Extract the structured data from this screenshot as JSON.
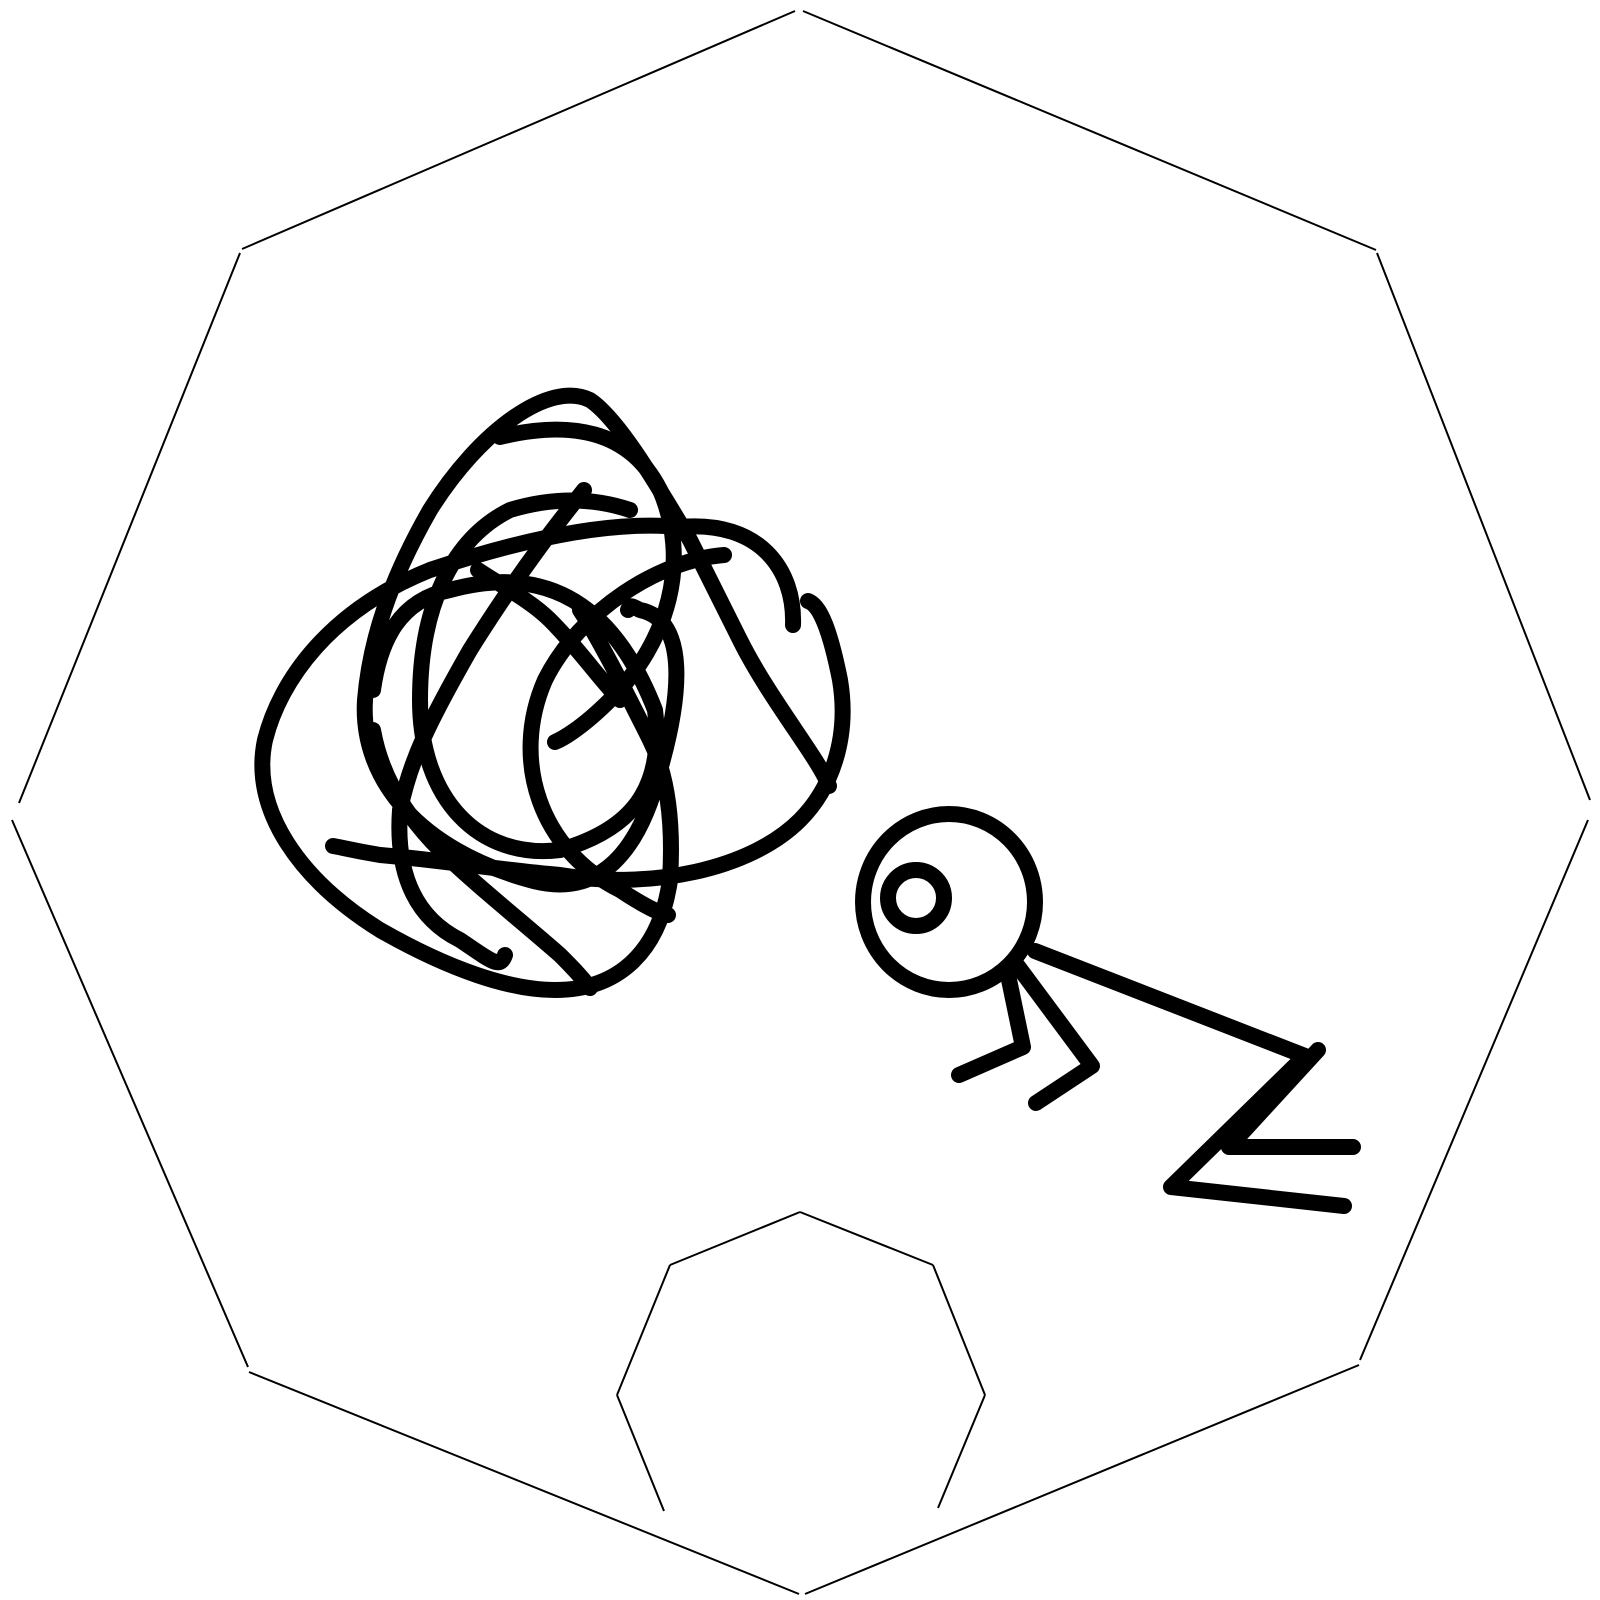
{
  "drawing": {
    "background_color": "#ffffff",
    "ink_color": "#000000",
    "elements": [
      "outer-octagon-outline",
      "inner-octagon-outline",
      "scribble-ball",
      "stick-figure"
    ]
  }
}
